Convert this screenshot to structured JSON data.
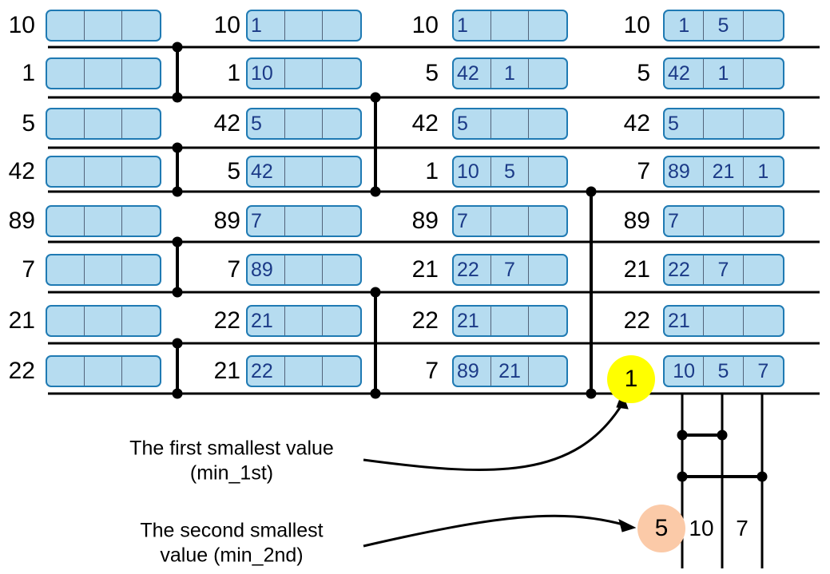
{
  "diagram": {
    "title": "Tournament sort / min_1st and min_2nd selection",
    "colors": {
      "box_fill": "#b6dcf0",
      "box_border": "#1f7ab3",
      "box_text": "#1b3a87",
      "line": "#000000",
      "min_1st_highlight": "#ffff00",
      "min_2nd_highlight": "#fbcaa8",
      "text": "#000000"
    },
    "columns": [
      {
        "index": 0,
        "name": "initial-array",
        "keys": [
          "10",
          "1",
          "5",
          "42",
          "89",
          "7",
          "21",
          "22"
        ],
        "boxes": [
          [
            "",
            "",
            ""
          ],
          [
            "",
            "",
            ""
          ],
          [
            "",
            "",
            ""
          ],
          [
            "",
            "",
            ""
          ],
          [
            "",
            "",
            ""
          ],
          [
            "",
            "",
            ""
          ],
          [
            "",
            "",
            ""
          ],
          [
            "",
            "",
            ""
          ]
        ]
      },
      {
        "index": 1,
        "name": "after-round-1",
        "keys": [
          "10",
          "1",
          "42",
          "5",
          "89",
          "7",
          "22",
          "21"
        ],
        "boxes": [
          [
            "1",
            "",
            ""
          ],
          [
            "10",
            "",
            ""
          ],
          [
            "5",
            "",
            ""
          ],
          [
            "42",
            "",
            ""
          ],
          [
            "7",
            "",
            ""
          ],
          [
            "89",
            "",
            ""
          ],
          [
            "21",
            "",
            ""
          ],
          [
            "22",
            "",
            ""
          ]
        ]
      },
      {
        "index": 2,
        "name": "after-round-2",
        "keys": [
          "10",
          "5",
          "42",
          "1",
          "89",
          "21",
          "22",
          "7"
        ],
        "boxes": [
          [
            "1",
            "",
            ""
          ],
          [
            "42",
            "1",
            ""
          ],
          [
            "5",
            "",
            ""
          ],
          [
            "10",
            "5",
            ""
          ],
          [
            "7",
            "",
            ""
          ],
          [
            "22",
            "7",
            ""
          ],
          [
            "21",
            "",
            ""
          ],
          [
            "89",
            "21",
            ""
          ]
        ]
      },
      {
        "index": 3,
        "name": "after-round-3",
        "keys": [
          "10",
          "5",
          "42",
          "7",
          "89",
          "21",
          "22",
          "1"
        ],
        "boxes": [
          [
            "1",
            "5",
            ""
          ],
          [
            "42",
            "1",
            ""
          ],
          [
            "5",
            "",
            ""
          ],
          [
            "89",
            "21",
            "1"
          ],
          [
            "7",
            "",
            ""
          ],
          [
            "22",
            "7",
            ""
          ],
          [
            "21",
            "",
            ""
          ],
          [
            "10",
            "5",
            "7"
          ]
        ]
      }
    ],
    "highlights": {
      "min_1st": {
        "value": "1",
        "color": "#ffff00"
      },
      "min_2nd": {
        "value": "5",
        "color": "#fbcaa8"
      }
    },
    "annotations": [
      {
        "name": "min-1st-caption",
        "text": "The first smallest value\n(min_1st)"
      },
      {
        "name": "min-2nd-caption",
        "text": "The second smallest\nvalue (min_2nd)"
      }
    ],
    "loser_tree_labels": [
      "10",
      "7"
    ]
  }
}
